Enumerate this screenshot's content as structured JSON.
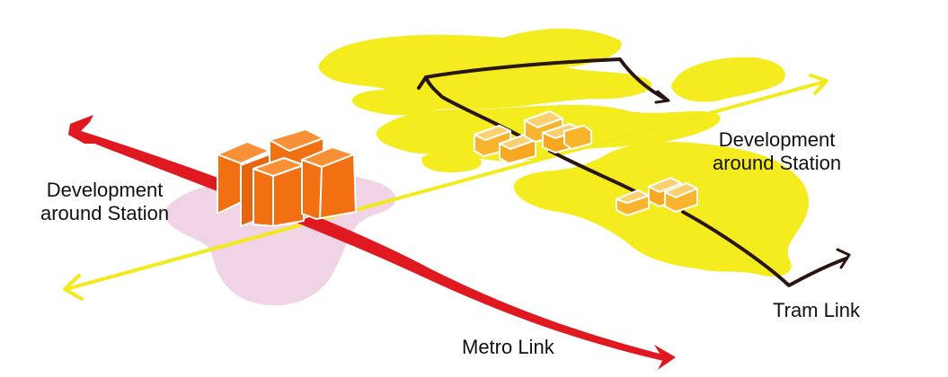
{
  "labels": {
    "development_left": [
      "Development",
      "around Station"
    ],
    "development_right": [
      "Development",
      "around Station"
    ],
    "tram_link": "Tram Link",
    "metro_link": "Metro Link"
  },
  "colors": {
    "development_zone": "#f5ec1f",
    "pink_zone": "#f1d3e6",
    "metro_line": "#e01820",
    "tram_line": "#2a1610",
    "axis_line": "#f3ea1e",
    "buildings_large": "#f07012",
    "buildings_small": "#f8b42c"
  },
  "icons": [
    "metro-arrow-icon",
    "tram-arrow-icon",
    "axis-arrow-icon",
    "building-icon"
  ]
}
